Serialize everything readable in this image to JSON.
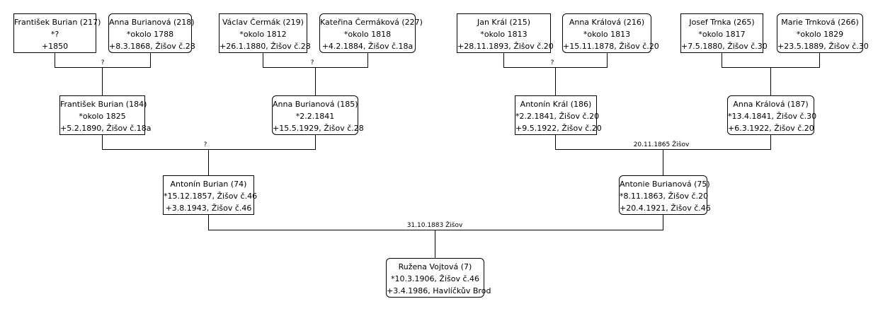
{
  "people": {
    "p217": {
      "name": "František Burian (217)",
      "birth": "*?",
      "death": "+1850"
    },
    "p218": {
      "name": "Anna Burianová (218)",
      "birth": "*okolo 1788",
      "death": "+8.3.1868, Žišov č.28"
    },
    "p219": {
      "name": "Václav Čermák (219)",
      "birth": "*okolo 1812",
      "death": "+26.1.1880, Žišov č.28"
    },
    "p227": {
      "name": "Kateřina Čermáková (227)",
      "birth": "*okolo 1818",
      "death": "+4.2.1884, Žišov č.18a"
    },
    "p215": {
      "name": "Jan Král (215)",
      "birth": "*okolo 1813",
      "death": "+28.11.1893, Žišov č.20"
    },
    "p216": {
      "name": "Anna Králová (216)",
      "birth": "*okolo 1813",
      "death": "+15.11.1878, Žišov č.20"
    },
    "p265": {
      "name": "Josef Trnka (265)",
      "birth": "*okolo 1817",
      "death": "+7.5.1880, Žišov č.30"
    },
    "p266": {
      "name": "Marie Trnková (266)",
      "birth": "*okolo 1829",
      "death": "+23.5.1889, Žišov č.30"
    },
    "p184": {
      "name": "František Burian (184)",
      "birth": "*okolo 1825",
      "death": "+5.2.1890, Žišov č.18a"
    },
    "p185": {
      "name": "Anna Burianová (185)",
      "birth": "*2.2.1841",
      "death": "+15.5.1929, Žišov č.28"
    },
    "p186": {
      "name": "Antonín Král (186)",
      "birth": "*2.2.1841, Žišov č.20",
      "death": "+9.5.1922, Žišov č.20"
    },
    "p187": {
      "name": "Anna Králová (187)",
      "birth": "*13.4.1841, Žišov č.30",
      "death": "+6.3.1922, Žišov č.20"
    },
    "p74": {
      "name": "Antonín Burian (74)",
      "birth": "*15.12.1857, Žišov č.46",
      "death": "+3.8.1943, Žišov č.46"
    },
    "p75": {
      "name": "Antonie Burianová (75)",
      "birth": "*8.11.1863, Žišov č.20",
      "death": "+20.4.1921, Žišov č.46"
    },
    "p7": {
      "name": "Ružena Vojtová (7)",
      "birth": "*10.3.1906, Žišov č.46",
      "death": "+3.4.1986, Havlíčkův Brod"
    }
  },
  "marriages": {
    "m217_218": "?",
    "m219_227": "?",
    "m215_216": "?",
    "m184_185": "?",
    "m186_187": "20.11.1865 Žišov",
    "m74_75": "31.10.1883 Žišov"
  }
}
